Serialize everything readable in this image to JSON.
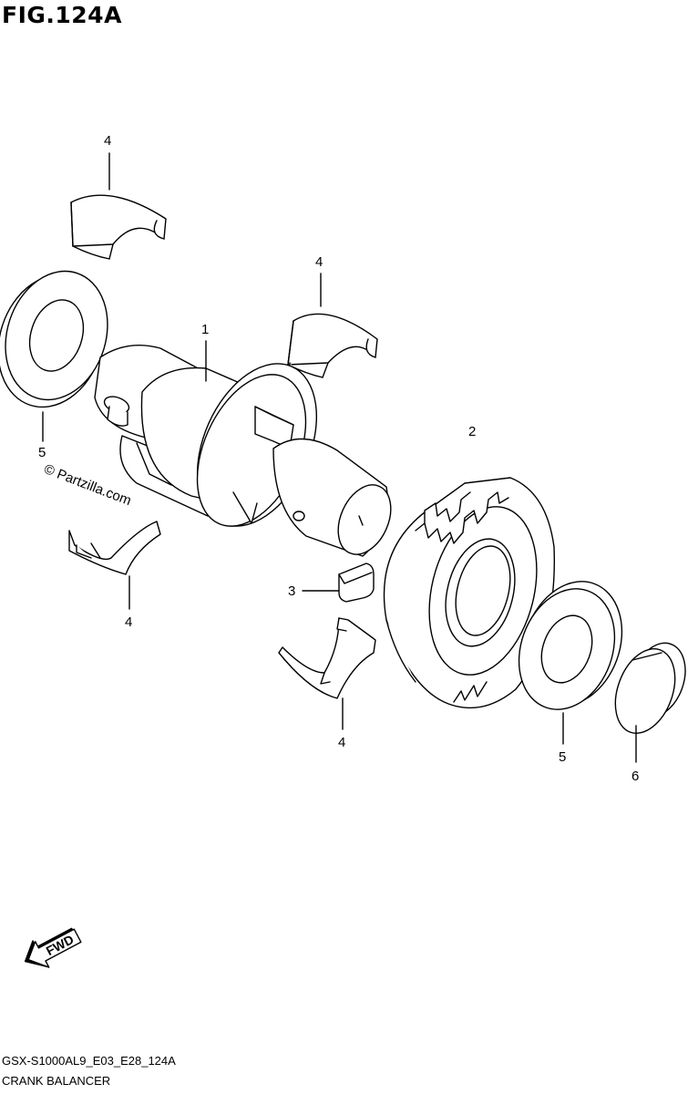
{
  "figure": {
    "title": "FIG.124A",
    "watermark": "© Partzilla.com",
    "code": "GSX-S1000AL9_E03_E28_124A",
    "caption": "CRANK BALANCER",
    "fwd_label": "FWD"
  },
  "callouts": [
    {
      "id": "c4a",
      "label": "4"
    },
    {
      "id": "c4b",
      "label": "4"
    },
    {
      "id": "c1",
      "label": "1"
    },
    {
      "id": "c2",
      "label": "2"
    },
    {
      "id": "c5a",
      "label": "5"
    },
    {
      "id": "c3",
      "label": "3"
    },
    {
      "id": "c4c",
      "label": "4"
    },
    {
      "id": "c4d",
      "label": "4"
    },
    {
      "id": "c5b",
      "label": "5"
    },
    {
      "id": "c6",
      "label": "6"
    }
  ]
}
